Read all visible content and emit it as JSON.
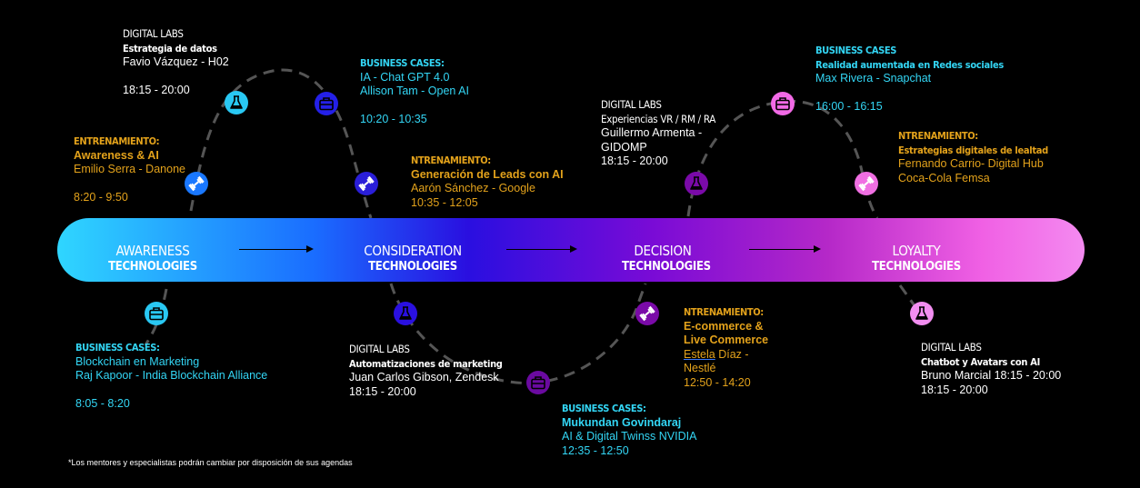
{
  "stages": [
    {
      "name": "AWARENESS",
      "sub": "TECHNOLOGIES"
    },
    {
      "name": "CONSIDERATION",
      "sub": "TECHNOLOGIES"
    },
    {
      "name": "DECISION",
      "sub": "TECHNOLOGIES"
    },
    {
      "name": "LOYALTY",
      "sub": "TECHNOLOGIES"
    }
  ],
  "sessions": {
    "s1": {
      "kind": "DIGITAL LABS",
      "title": "Estrategia de datos",
      "speaker": "Favio Vázquez - H02",
      "time": "18:15 - 20:00"
    },
    "s2": {
      "kind": "BUSINESS CASES:",
      "title": "IA - Chat GPT 4.0",
      "speaker": "Allison Tam - Open AI",
      "time": "10:20 - 10:35"
    },
    "s3": {
      "kind": "ENTRENAMIENTO:",
      "title": "Awareness & AI",
      "speaker": "Emilio Serra - Danone",
      "time": "8:20 - 9:50"
    },
    "s4": {
      "kind": "NTRENAMIENTO:",
      "title": "Generación de Leads con AI",
      "speaker": "Aarón Sánchez - Google",
      "time": "10:35 - 12:05"
    },
    "s5": {
      "kind": "DIGITAL LABS",
      "title": "Experiencias VR / RM / RA",
      "speaker": "Guillermo Armenta -",
      "speaker2": "GIDOMP",
      "time": "18:15 - 20:00"
    },
    "s6": {
      "kind": "BUSINESS CASES",
      "title": "Realidad aumentada en Redes sociales",
      "speaker": "Max Rivera - Snapchat",
      "time": "16:00 - 16:15"
    },
    "s7": {
      "kind": "NTRENAMIENTO:",
      "title": "Estrategias digitales de lealtad",
      "speaker": "Fernando Carrio- Digital Hub",
      "speaker2": "Coca-Cola Femsa"
    },
    "s8": {
      "kind": "BUSINESS CASES:",
      "title": "Blockchain en Marketing",
      "speaker": "Raj Kapoor - India Blockchain Alliance",
      "time": "8:05 - 8:20"
    },
    "s9": {
      "kind": "DIGITAL LABS",
      "title": "Automatizaciones de marketing",
      "speaker": "Juan Carlos Gibson, Zendesk",
      "time": "18:15 - 20:00"
    },
    "s10": {
      "kind": "BUSINESS CASES:",
      "title": "Mukundan Govindaraj",
      "speaker": "AI & Digital Twinss NVIDIA",
      "time": "12:35 - 12:50"
    },
    "s11": {
      "kind": "NTRENAMIENTO:",
      "title": "E-commerce &",
      "title2": "Live Commerce",
      "speaker_a": "Estela",
      "speaker_b": " Díaz -",
      "speaker2": "Nestlé",
      "time": "12:50 - 14:20"
    },
    "s12": {
      "kind": "DIGITAL LABS",
      "title": "Chatbot y Avatars con AI",
      "speaker": "Bruno Marcial 18:15 - 20:00",
      "time": "18:15 - 20:00"
    }
  },
  "footnote": "*Los mentores y especialistas podrán cambiar por disposición de sus agendas",
  "colors": {
    "cyan": "#33d6f5",
    "gold": "#e3a21b",
    "band_start": "#2fd6ff",
    "band_mid": "#2a0fe0",
    "band_purple": "#7a0bd6",
    "band_end": "#f48af0"
  },
  "icons": [
    "flask-icon",
    "briefcase-icon",
    "dumbbell-icon"
  ]
}
